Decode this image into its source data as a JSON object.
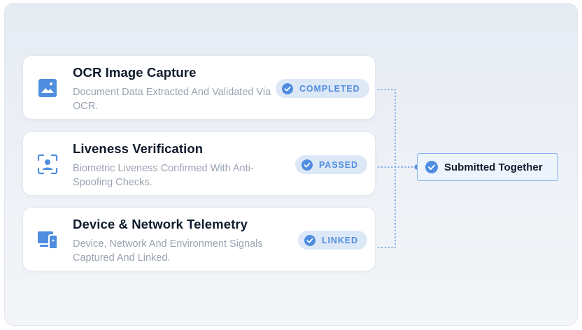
{
  "cards": [
    {
      "title": "OCR Image Capture",
      "description": "Document Data Extracted And Validated Via OCR.",
      "status": "COMPLETED",
      "icon": "image-icon"
    },
    {
      "title": "Liveness Verification",
      "description": "Biometric Liveness Confirmed With Anti-Spoofing Checks.",
      "status": "PASSED",
      "icon": "face-scan-icon"
    },
    {
      "title": "Device & Network Telemetry",
      "description": "Device, Network And Environment Signals Captured And Linked.",
      "status": "LINKED",
      "icon": "devices-icon"
    }
  ],
  "target": {
    "label": "Submitted Together",
    "icon": "check-circle-icon"
  },
  "colors": {
    "accent": "#4f8de0",
    "badge_bg": "#dde8f7",
    "title": "#0f1a2b",
    "description": "#9aa3b2"
  }
}
